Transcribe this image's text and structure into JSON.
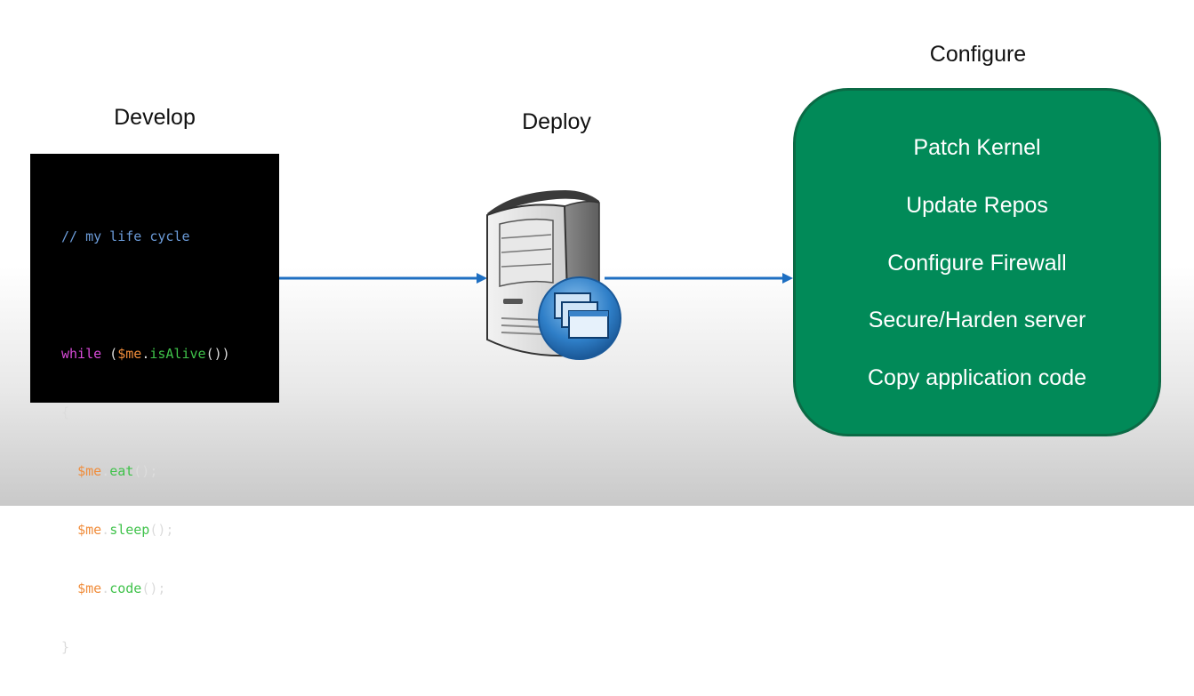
{
  "stages": {
    "develop": {
      "label": "Develop"
    },
    "deploy": {
      "label": "Deploy"
    },
    "configure": {
      "label": "Configure"
    }
  },
  "code": {
    "comment": "// my life cycle",
    "loop_keyword": "while",
    "loop_open": " (",
    "subject": "$me",
    "dot": ".",
    "condition_method": "isAlive",
    "loop_close": "())",
    "brace_open": "{",
    "indent": "  ",
    "statements": [
      {
        "object": "$me",
        "method": "eat",
        "suffix": "();"
      },
      {
        "object": "$me",
        "method": "sleep",
        "suffix": "();"
      },
      {
        "object": "$me",
        "method": "code",
        "suffix": "();"
      }
    ],
    "brace_close": "}"
  },
  "configure_steps": [
    "Patch Kernel",
    "Update Repos",
    "Configure Firewall",
    "Secure/Harden server",
    "Copy application code"
  ],
  "colors": {
    "arrow": "#1e6fc2",
    "config_fill": "#018a58",
    "config_border": "#0b6a45",
    "code_background": "#000000"
  },
  "icons": {
    "server": "server-tower-icon",
    "app_windows": "app-windows-icon"
  }
}
